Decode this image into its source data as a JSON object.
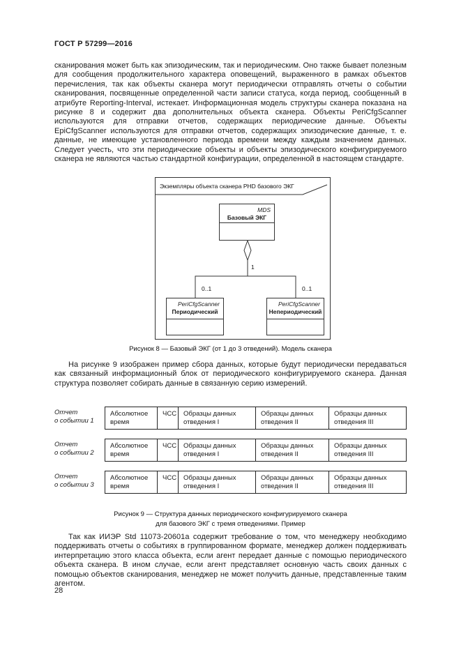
{
  "header": {
    "title": "ГОСТ Р 57299—2016"
  },
  "body": {
    "paragraph1": "сканирования может быть как эпизодическим, так и периодическим. Оно также бывает полезным для сообщения продолжительного характера оповещений, выраженного в рамках объектов перечисления, так как объекты сканера могут периодически отправлять отчеты о событии сканирования, посвященные определенной части записи статуса, когда период, сообщенный в атрибуте Reporting-Interval, истекает. Информационная модель структуры сканера показана на рисунке 8 и содержит два дополнительных объекта сканера. Объекты PeriCfgScanner используются для отправки отчетов, содержащих периодические данные. Объекты EpiCfgScanner используются для отправки отчетов, содержащих эпизодические данные, т. е. данные, не имеющие установленного периода времени между каждым значением данных. Следует учесть, что эти периодические объекты и объекты эпизодического конфигурируемого сканера не являются частью стандартной конфигурации, определенной в настоящем стандарте.",
    "paragraph2": "На рисунке 9 изображен пример сбора данных, которые будут периодически передаваться как связанный информационный блок от периодического конфигурируемого сканера. Данная структура позволяет собирать данные в связанную серию измерений.",
    "paragraph3": "Так как ИИЭР Std 11073-20601a содержит требование о том, что менеджеру необходимо поддерживать отчеты о событиях в группированном формате, менеджер должен поддерживать интерпретацию этого класса объекта, если агент передает данные с помощью периодического объекта сканера. В ином случае, если агент представляет основную часть своих данных с помощью объектов сканирования, менеджер не может получить данные, представленные таким агентом.",
    "page_number": "28"
  },
  "figure8": {
    "frame_label": "Экземпляры объекта сканера PHD базового ЭКГ",
    "mds_stereotype": "MDS",
    "mds_name": "Базовый ЭКГ",
    "aggregation_multiplicity": "1",
    "left_multiplicity": "0..1",
    "right_multiplicity": "0..1",
    "left_stereotype": "PeriCfgScanner",
    "left_name": "Периодический",
    "right_stereotype": "PeriCfgScanner",
    "right_name": "Непериодический",
    "caption": "Рисунок 8 — Базовый ЭКГ (от 1 до 3 отведений). Модель сканера",
    "line_color": "#333333"
  },
  "figure9": {
    "rows": [
      {
        "label1": "Отчет",
        "label2": "о событии 1",
        "cells": [
          "Абсолютное время",
          "ЧСС",
          "Образцы данных отведения I",
          "Образцы данных отведения II",
          "Образцы данных отведения III"
        ]
      },
      {
        "label1": "Отчет",
        "label2": "о событии 2",
        "cells": [
          "Абсолютное время",
          "ЧСС",
          "Образцы данных отведения I",
          "Образцы данных отведения II",
          "Образцы данных отведения III"
        ]
      },
      {
        "label1": "Отчет",
        "label2": "о событии 3",
        "cells": [
          "Абсолютное время",
          "ЧСС",
          "Образцы данных отведения I",
          "Образцы данных отведения II",
          "Образцы данных отведения III"
        ]
      }
    ],
    "caption_line1": "Рисунок 9 — Структура данных периодического конфигурируемого сканера",
    "caption_line2": "для базового ЭКГ с тремя отведениями. Пример"
  }
}
